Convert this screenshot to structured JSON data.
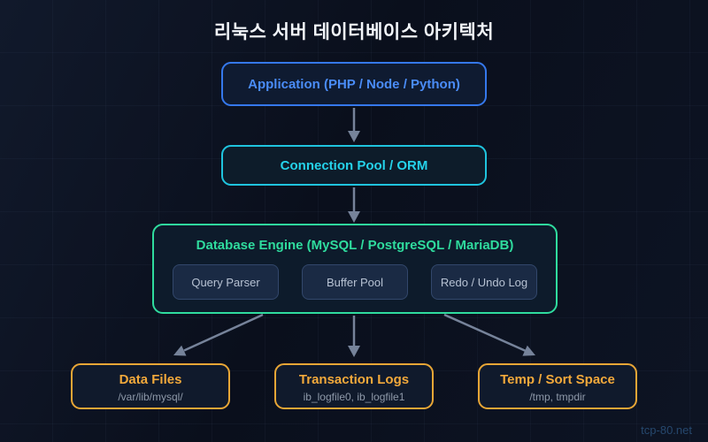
{
  "page": {
    "title": "리눅스 서버 데이터베이스 아키텍처",
    "watermark": "tcp-80.net"
  },
  "colors": {
    "background": "#0a0f1c",
    "application_accent": "#3b82f6",
    "pool_accent": "#22d3ee",
    "engine_accent": "#2fdc9e",
    "storage_accent": "#f2a93b",
    "arrow": "#76839a",
    "muted_text": "#8e99a9",
    "title_text": "#f2f5f9"
  },
  "nodes": {
    "application": {
      "label": "Application (PHP / Node / Python)"
    },
    "connection_pool": {
      "label": "Connection Pool / ORM"
    },
    "database_engine": {
      "label": "Database Engine (MySQL / PostgreSQL / MariaDB)",
      "components": [
        {
          "label": "Query Parser"
        },
        {
          "label": "Buffer Pool"
        },
        {
          "label": "Redo / Undo Log"
        }
      ]
    },
    "storage": [
      {
        "label": "Data Files",
        "detail": "/var/lib/mysql/"
      },
      {
        "label": "Transaction Logs",
        "detail": "ib_logfile0, ib_logfile1"
      },
      {
        "label": "Temp / Sort Space",
        "detail": "/tmp, tmpdir"
      }
    ]
  }
}
